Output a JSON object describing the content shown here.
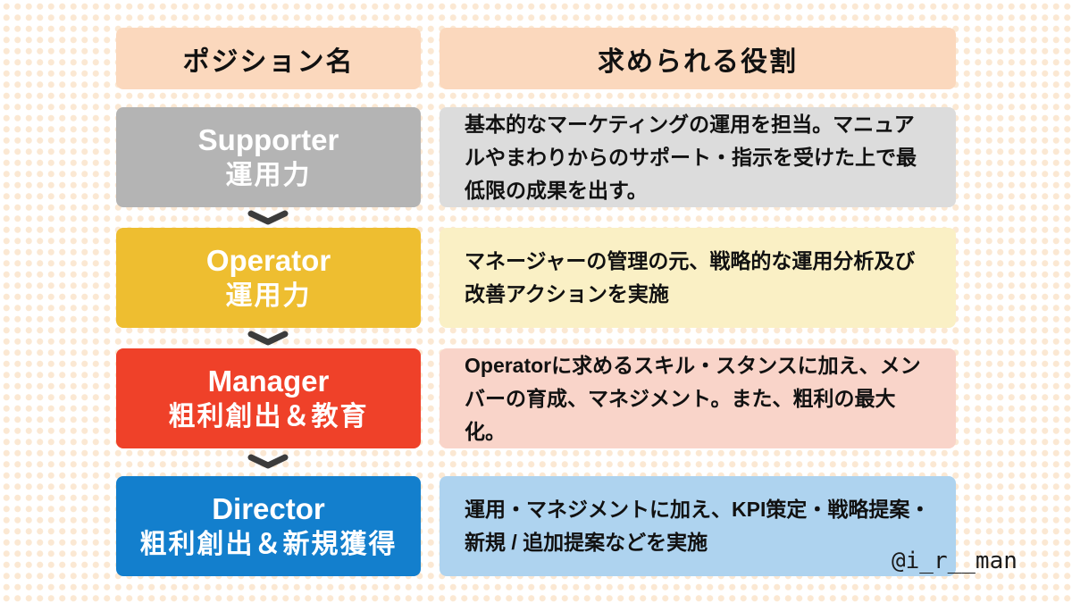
{
  "table": {
    "headers": [
      {
        "label": "ポジション名"
      },
      {
        "label": "求められる役割"
      }
    ],
    "rows": [
      {
        "position_en": "Supporter",
        "position_ja": "運用力",
        "role": "基本的なマーケティングの運用を担当。マニュアルやまわりからのサポート・指示を受けた上で最低限の成果を出す。",
        "title_bg": "#B4B4B4",
        "desc_bg": "#DCDCDC"
      },
      {
        "position_en": "Operator",
        "position_ja": "運用力",
        "role": "マネージャーの管理の元、戦略的な運用分析及び改善アクションを実施",
        "title_bg": "#EEBE30",
        "desc_bg": "#FAF0C5"
      },
      {
        "position_en": "Manager",
        "position_ja": "粗利創出＆教育",
        "role": "Operatorに求めるスキル・スタンスに加え、メンバーの育成、マネジメント。また、粗利の最大化。",
        "title_bg": "#EF4129",
        "desc_bg": "#F9D4C9"
      },
      {
        "position_en": "Director",
        "position_ja": "粗利創出＆新規獲得",
        "role": "運用・マネジメントに加え、KPI策定・戦略提案・新規 / 追加提案などを実施",
        "title_bg": "#137FCD",
        "desc_bg": "#AED3EF"
      }
    ]
  },
  "watermark": "@i_r__man",
  "colors": {
    "header_bg": "#FBD8BD",
    "chevron": "#3C3C3C",
    "background_dot": "#FBE8D3",
    "title_text": "#FFFFFF",
    "desc_text": "#111111"
  }
}
